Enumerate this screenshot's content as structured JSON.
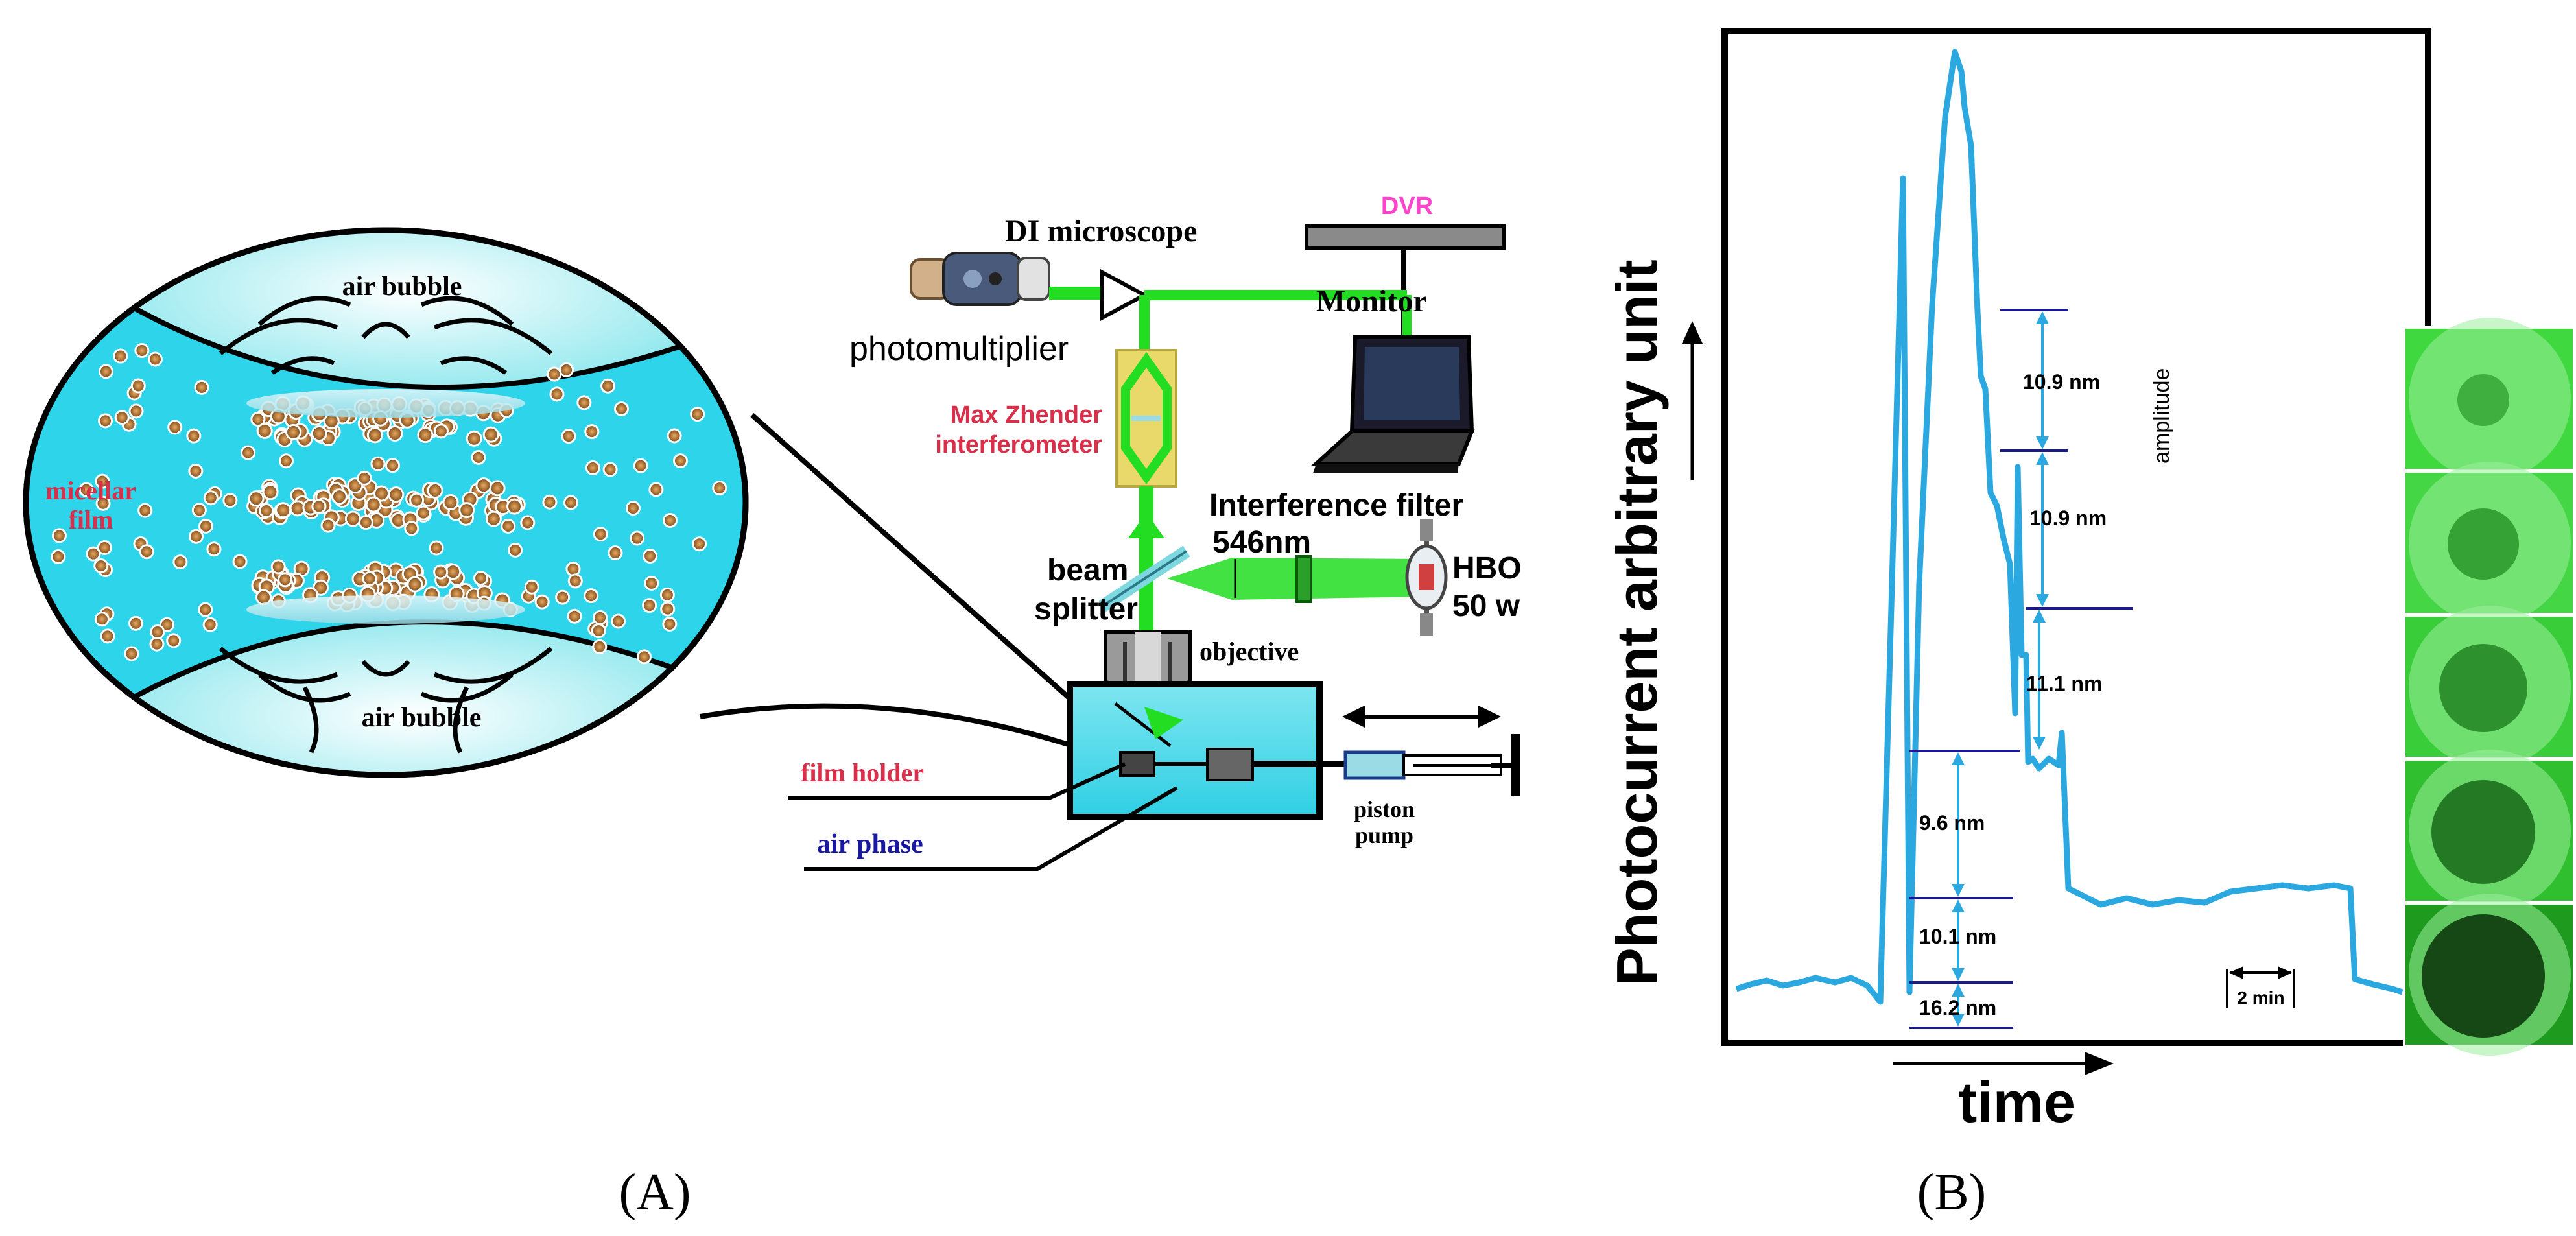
{
  "panelA": {
    "label": "(A)",
    "bubble": {
      "top": "air bubble",
      "bottom": "air bubble",
      "film_line1": "micellar",
      "film_line2": "film"
    },
    "setup": {
      "microscope": "DI microscope",
      "dvr": "DVR",
      "photomultiplier": "photomultiplier",
      "monitor": "Monitor",
      "interferometer_line1": "Max Zhender",
      "interferometer_line2": "interferometer",
      "filter_line1": "Interference filter",
      "filter_line2": "546nm",
      "splitter_line1": "beam",
      "splitter_line2": "splitter",
      "lamp_line1": "HBO",
      "lamp_line2": "50 w",
      "objective": "objective",
      "film_holder": "film holder",
      "air_phase": "air phase",
      "pump_line1": "piston",
      "pump_line2": "pump"
    },
    "colors": {
      "beam": "#22dd22",
      "fluid": "#33d6e8",
      "interferometer": "#e8d96a",
      "label_red": "#d8304a",
      "dvr_pink": "#ff44cc",
      "air_blue": "#1a1aa0"
    }
  },
  "panelB": {
    "label": "(B)",
    "y_axis_label": "Photocurrent arbitrary unit",
    "x_axis_label": "time",
    "amplitude_label": "amplitude",
    "scale_bar": "2 min",
    "step_labels": [
      "10.9 nm",
      "10.9 nm",
      "11.1 nm",
      "9.6 nm",
      "10.1 nm",
      "16.2 nm"
    ],
    "trace_color": "#2ba8e0",
    "marker_color": "#1a1a8c"
  }
}
